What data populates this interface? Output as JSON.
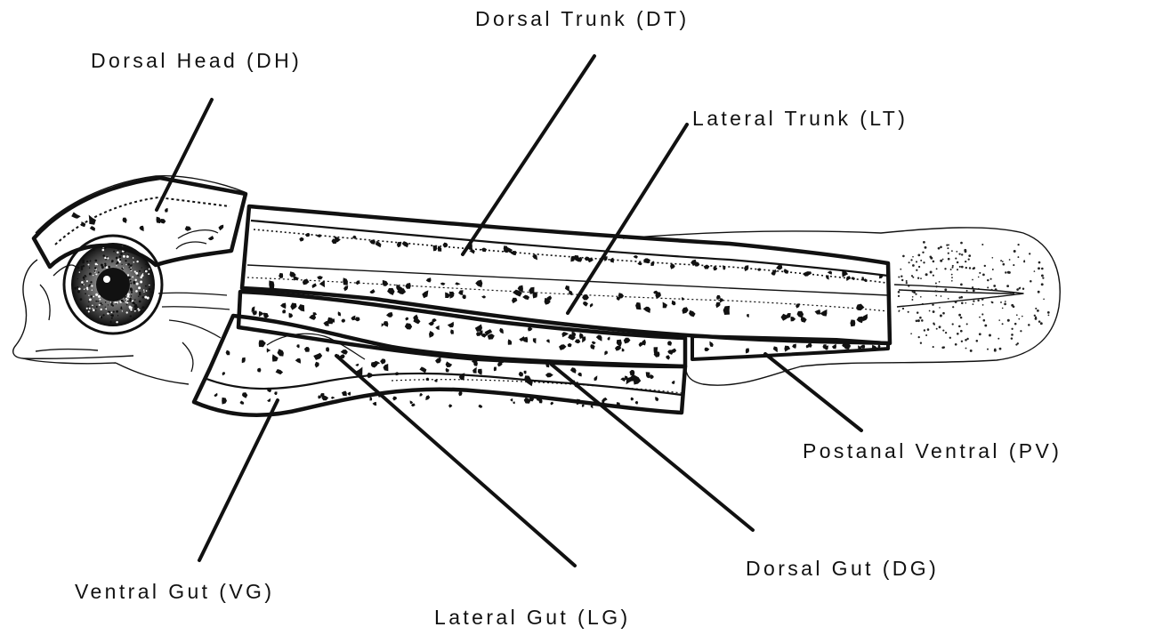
{
  "colors": {
    "ink": "#111111",
    "background": "#ffffff"
  },
  "labels": {
    "dorsal_head": "Dorsal Head (DH)",
    "dorsal_trunk": "Dorsal Trunk (DT)",
    "lateral_trunk": "Lateral Trunk (LT)",
    "postanal_ventral": "Postanal Ventral (PV)",
    "dorsal_gut": "Dorsal Gut (DG)",
    "lateral_gut": "Lateral Gut (LG)",
    "ventral_gut": "Ventral Gut (VG)"
  }
}
